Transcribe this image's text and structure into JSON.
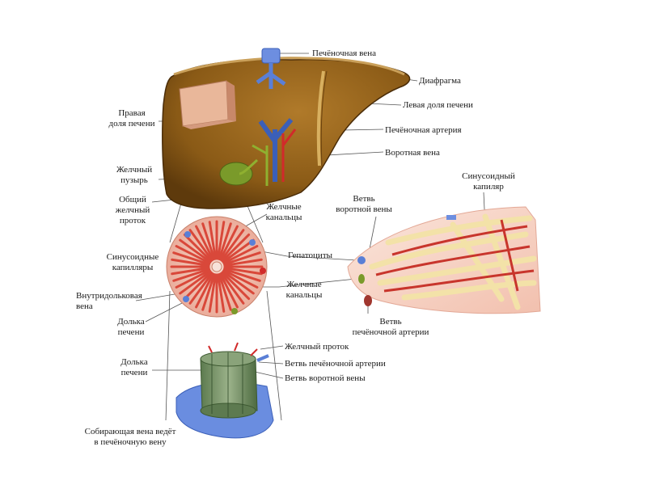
{
  "labels": {
    "hepatic_vein": "Печёночная вена",
    "diaphragm": "Диафрагма",
    "left_lobe": "Левая доля печени",
    "hepatic_artery": "Печёночная артерия",
    "portal_vein": "Воротная вена",
    "right_lobe_1": "Правая",
    "right_lobe_2": "доля печени",
    "gallbladder_1": "Желчный",
    "gallbladder_2": "пузырь",
    "common_duct_1": "Общий",
    "common_duct_2": "желчный",
    "common_duct_3": "проток",
    "bile_canaliculi_top_1": "Желчные",
    "bile_canaliculi_top_2": "канальцы",
    "sinusoidal_capillaries_1": "Синусоидные",
    "sinusoidal_capillaries_2": "капилляры",
    "hepatocytes": "Гепатоциты",
    "intralobular_vein_1": "Внутридольковая",
    "intralobular_vein_2": "вена",
    "bile_canaliculi_mid_1": "Желчные",
    "bile_canaliculi_mid_2": "канальцы",
    "liver_lobule_mid_1": "Долька",
    "liver_lobule_mid_2": "печени",
    "portal_branch_1": "Ветвь",
    "portal_branch_2": "воротной вены",
    "sinusoid_capillary_1": "Синусоидный",
    "sinusoid_capillary_2": "капиляр",
    "artery_branch_right_1": "Ветвь",
    "artery_branch_right_2": "печёночной артерии",
    "liver_lobule_low_1": "Долька",
    "liver_lobule_low_2": "печени",
    "bile_duct": "Желчный проток",
    "artery_branch_low": "Ветвь  печёночной артерии",
    "portal_branch_low": "Ветвь воротной вены",
    "collecting_vein_1": "Собирающая вена ведёт",
    "collecting_vein_2": "в печёночную вену"
  },
  "colors": {
    "liver": "#8a5a16",
    "liver_dark": "#5e3a0c",
    "lobule_pink": "#f2c6b6",
    "lobule_red": "#d9483a",
    "vein_blue": "#5a7fd6",
    "artery_red": "#d12a2a",
    "bile_green": "#7a9a2a",
    "sinus_bg": "#f6d2c4",
    "cord_cream": "#f3e2a8"
  }
}
